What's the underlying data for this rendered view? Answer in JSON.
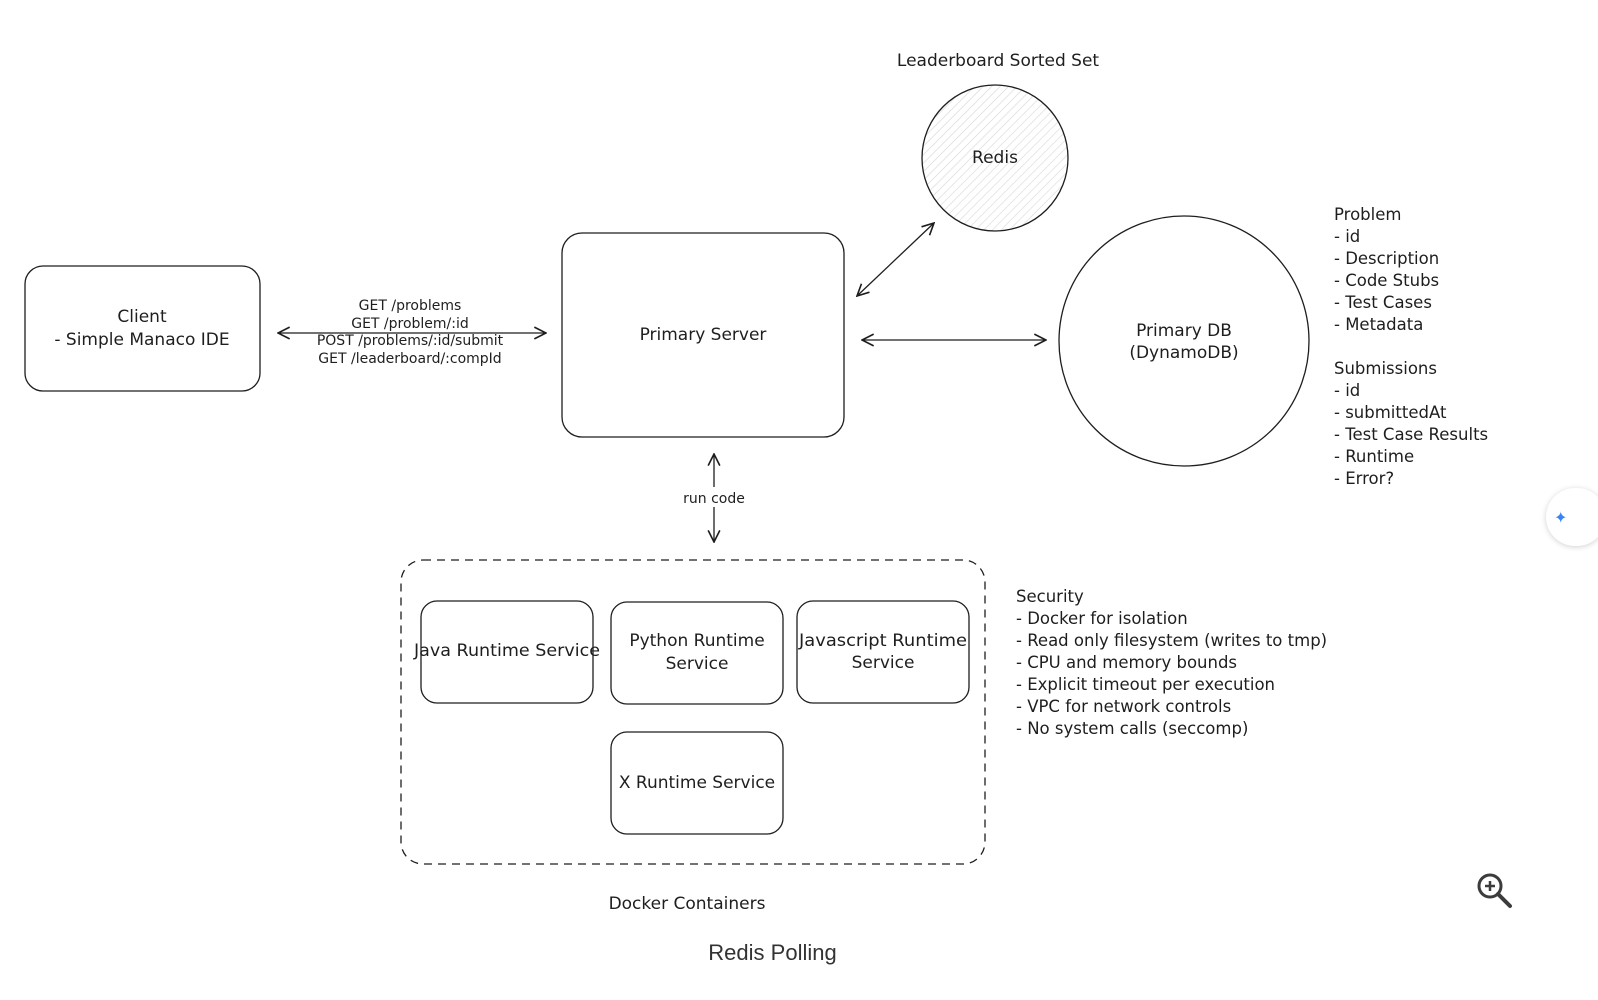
{
  "diagram": {
    "client": {
      "line1": "Client",
      "line2": "- Simple Manaco IDE"
    },
    "api_endpoints": [
      "GET /problems",
      "GET /problem/:id",
      "POST /problems/:id/submit",
      "GET /leaderboard/:compId"
    ],
    "primary_server": "Primary Server",
    "redis": {
      "title": "Leaderboard Sorted Set",
      "label": "Redis"
    },
    "primary_db": {
      "line1": "Primary DB",
      "line2": "(DynamoDB)"
    },
    "schema": {
      "problem": [
        "Problem",
        "- id",
        "- Description",
        "- Code Stubs",
        "- Test Cases",
        "- Metadata"
      ],
      "submissions": [
        "Submissions",
        "- id",
        "- submittedAt",
        "- Test Case Results",
        "- Runtime",
        "- Error?"
      ]
    },
    "run_code": "run code",
    "runtimes": {
      "java": "Java Runtime Service",
      "python": [
        "Python Runtime",
        "Service"
      ],
      "javascript": [
        "Javascript Runtime",
        "Service"
      ],
      "x": "X Runtime Service"
    },
    "containers_label": "Docker Containers",
    "security": [
      "Security",
      "- Docker for isolation",
      "- Read only filesystem (writes to tmp)",
      "- CPU and memory bounds",
      "- Explicit timeout per execution",
      "- VPC for network controls",
      "- No system calls (seccomp)"
    ]
  },
  "caption": "Redis Polling",
  "icons": {
    "side_button": "sparkle-icon",
    "zoom_button": "zoom-in-icon"
  },
  "colors": {
    "stroke": "#1e1e1e",
    "accent": "#3b82f6"
  }
}
